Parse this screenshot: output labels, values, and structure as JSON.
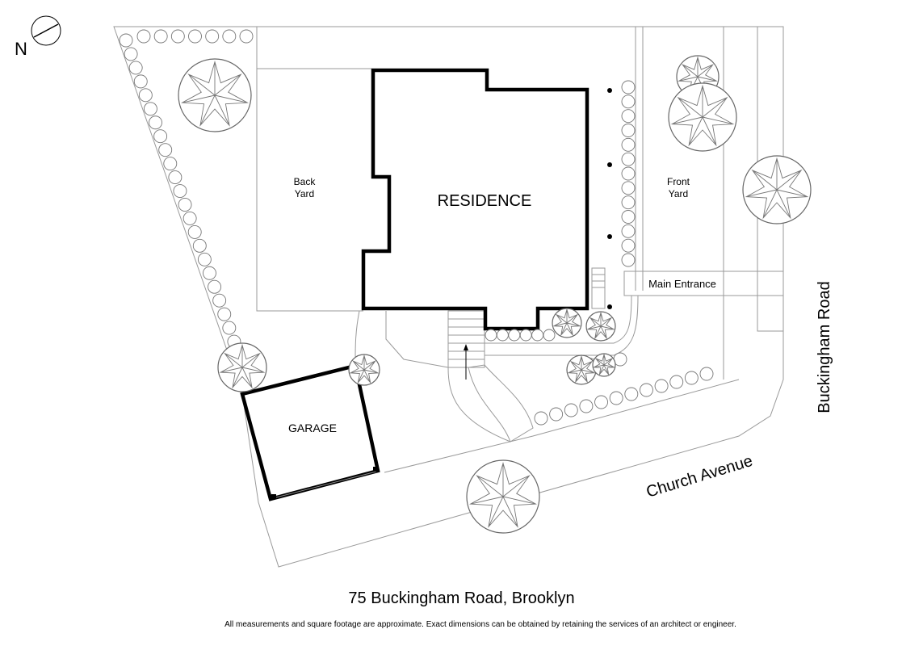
{
  "compass": {
    "label": "N"
  },
  "labels": {
    "residence": "RESIDENCE",
    "garage": "GARAGE",
    "back_yard_line1": "Back",
    "back_yard_line2": "Yard",
    "front_yard_line1": "Front",
    "front_yard_line2": "Yard",
    "main_entrance": "Main Entrance",
    "street_right": "Buckingham Road",
    "street_bottom": "Church Avenue"
  },
  "footer": {
    "title": "75 Buckingham Road, Brooklyn",
    "disclaimer": "All measurements and square footage are approximate.  Exact dimensions can be obtained by retaining the services of an architect or engineer."
  }
}
